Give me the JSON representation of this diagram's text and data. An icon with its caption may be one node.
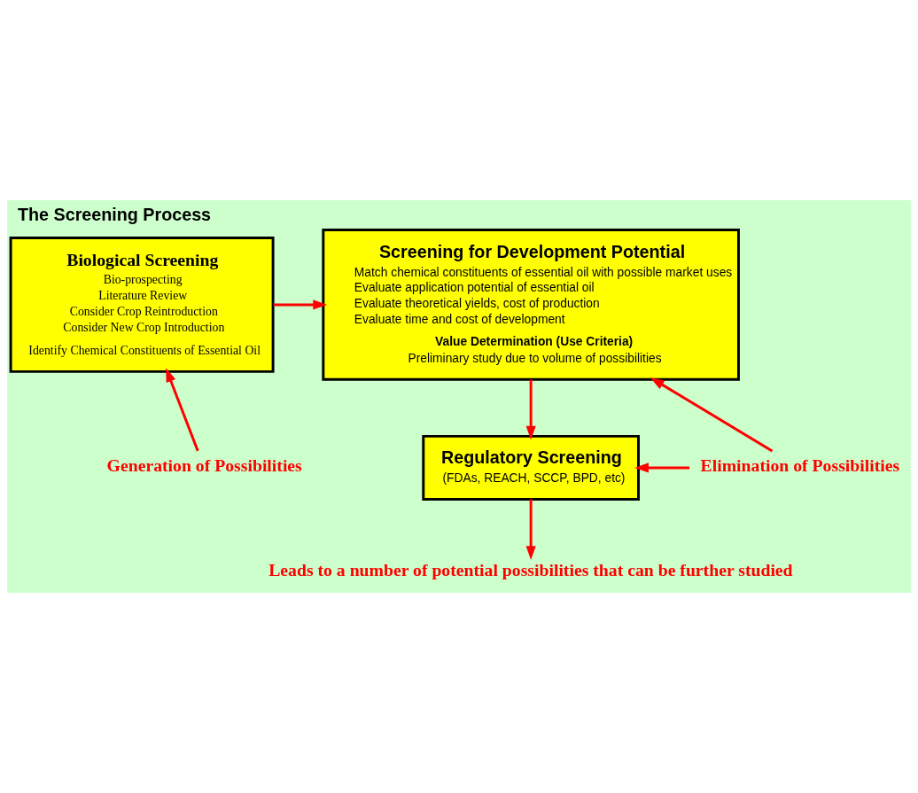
{
  "diagram": {
    "title": "The Screening Process",
    "nodes": [
      {
        "text": [
          "Biological Screening",
          "Bio-prospecting",
          "Literature Review",
          "Consider Crop Reintroduction",
          "Consider New Crop Introduction",
          "Identify Chemical Constituents of Essential Oil"
        ]
      },
      {
        "text": [
          "Screening for Development Potential",
          "Match chemical constituents of essential oil with possible market uses",
          "Evaluate application potential of essential oil",
          "Evaluate theoretical yields, cost of production",
          "Evaluate time and cost of development",
          "Value Determination (Use Criteria)",
          "Preliminary study due to volume of possibilities"
        ]
      },
      {
        "text": [
          "Regulatory Screening",
          "(FDAs, REACH, SCCP, BPD, etc)"
        ]
      },
      {
        "text": [
          "Generation of Possibilities"
        ]
      },
      {
        "text": [
          "Elimination of Possibilities"
        ]
      },
      {
        "text": [
          "Leads to a number of potential possibilities that can be further studied"
        ]
      }
    ],
    "edges": [
      {
        "from": 0,
        "to": 1,
        "arrow": "to"
      },
      {
        "from": 1,
        "to": 2,
        "arrow": "to"
      },
      {
        "from": 3,
        "to": 0,
        "arrow": "to"
      },
      {
        "from": 4,
        "to": 1,
        "arrow": "to"
      },
      {
        "from": 4,
        "to": 2,
        "arrow": "to"
      },
      {
        "from": 2,
        "to": 5,
        "arrow": "to"
      }
    ]
  }
}
